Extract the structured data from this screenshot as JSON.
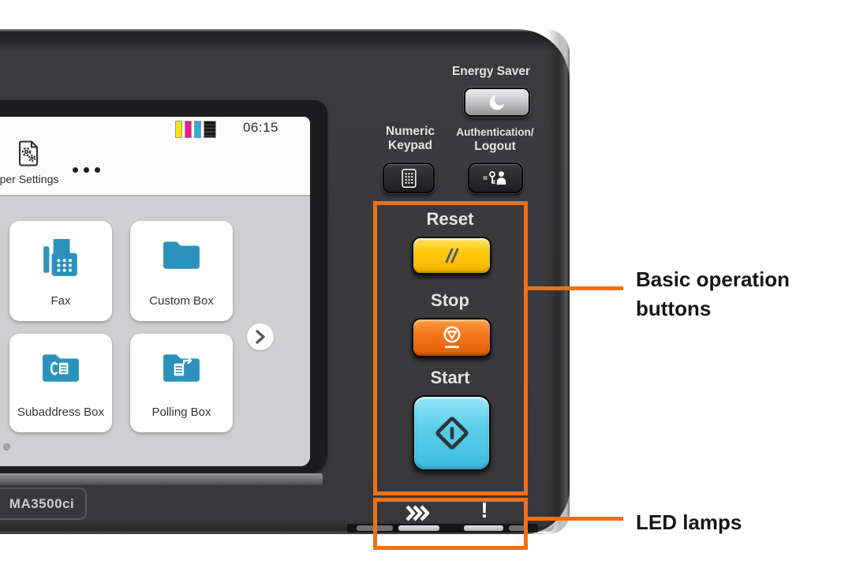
{
  "device": {
    "model_badge": "MA3500ci",
    "keys": {
      "energy_saver_label": "Energy Saver",
      "numeric_line1": "Numeric",
      "numeric_line2": "Keypad",
      "auth_line1": "Authentication/",
      "auth_line2": "Logout",
      "reset_label": "Reset",
      "stop_label": "Stop",
      "start_label": "Start",
      "reset_color": "#ffc90d",
      "stop_color": "#f4741b",
      "start_color": "#58cdea"
    },
    "led_lamps": {
      "processing_icon": "triple-chevron",
      "attention_symbol": "!"
    }
  },
  "screen": {
    "status_time": "06:15",
    "toner_indicator": {
      "labels": [
        "yellow",
        "magenta",
        "cyan",
        "black"
      ],
      "colors": [
        "#f6e70c",
        "#ec1c8d",
        "#2aabe2",
        "#1b1b1b"
      ]
    },
    "nav_partial_label": "per Settings",
    "home_tiles": [
      {
        "label": "Fax"
      },
      {
        "label": "Custom Box"
      },
      {
        "label": "Subaddress Box"
      },
      {
        "label": "Polling Box"
      }
    ],
    "icon_accent_color": "#2a92bc"
  },
  "annotations": {
    "accent_color": "#ee7118",
    "basic_buttons_label": "Basic operation buttons",
    "led_lamps_label": "LED lamps"
  }
}
